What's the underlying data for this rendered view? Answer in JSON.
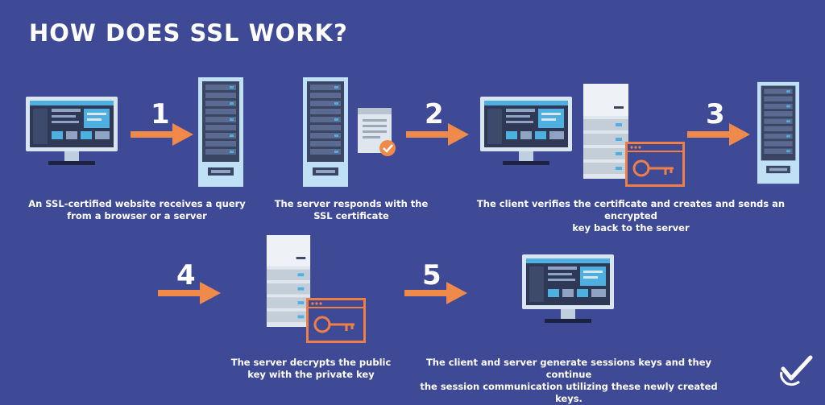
{
  "title": "HOW DOES SSL WORK?",
  "colors": {
    "background": "#3f4a97",
    "arrow": "#ef8a4a",
    "monitor_frame": "#d9e6f2",
    "monitor_screen": "#2f3854",
    "screen_accent": "#4eb0e0",
    "server_frame": "#bfe0f5",
    "server_body": "#3a4463",
    "white": "#ffffff",
    "key_orange": "#f07f45"
  },
  "steps": [
    {
      "number": "1",
      "caption_lines": [
        "An SSL-certified website receives a query",
        "from a browser or a server"
      ]
    },
    {
      "number": "2",
      "caption_lines": [
        "The server responds with the",
        "SSL certificate"
      ]
    },
    {
      "number": "3",
      "caption_lines": [
        "The client verifies the certificate and creates and sends an encrypted",
        "key back to the server"
      ]
    },
    {
      "number": "4",
      "caption_lines": [
        "The server decrypts the public",
        "key with the private key"
      ]
    },
    {
      "number": "5",
      "caption_lines": [
        "The client and server generate sessions keys and they continue",
        "the session communication utilizing these newly created keys."
      ]
    }
  ],
  "icons": [
    "monitor-icon",
    "server-rack-icon",
    "certificate-icon",
    "checkmark-icon",
    "tower-server-icon",
    "key-window-icon",
    "arrow-right-icon",
    "logo-check-icon"
  ]
}
